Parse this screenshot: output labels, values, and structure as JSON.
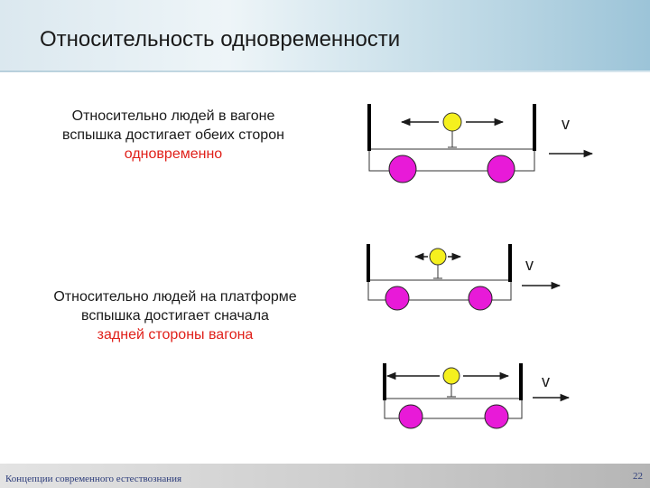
{
  "slide": {
    "title": "Относительность одновременности",
    "block1": {
      "line1": "Относительно людей в вагоне",
      "line2": "вспышка достигает обеих сторон",
      "line3": "одновременно"
    },
    "block2": {
      "line1": "Относительно людей на платформе",
      "line2": "вспышка достигает сначала",
      "line3": "задней стороны вагона"
    },
    "footer_text": "Концепции современного естествознания",
    "page_number": "22",
    "velocity_label": "v"
  },
  "colors": {
    "wheel": "#e81ad8",
    "lamp": "#f5f01e",
    "highlight_text": "#e0201a",
    "footer_text": "#2c3c7a"
  }
}
